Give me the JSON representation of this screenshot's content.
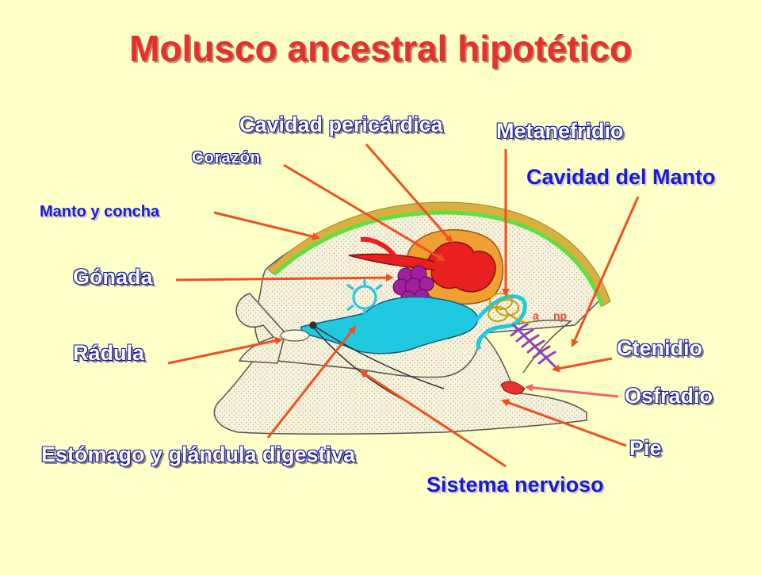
{
  "title": "Molusco ancestral hipotético",
  "labels": {
    "cavidad_pericardica": "Cavidad pericárdica",
    "metanefridio": "Metanefridio",
    "corazon": "Corazón",
    "cavidad_manto": "Cavidad del Manto",
    "manto_concha": "Manto y concha",
    "gonada": "Gónada",
    "radula": "Rádula",
    "ctenidio": "Ctenidio",
    "osfradio": "Osfradio",
    "pie": "Pie",
    "estomago": "Estómago y glándula digestiva",
    "sistema_nervioso": "Sistema nervioso",
    "a": "a",
    "np": "np"
  },
  "colors": {
    "background": "#ffffc8",
    "title": "#e8302a",
    "label_blue": "#1a1ad6",
    "arrow": "#f05020",
    "shell": "#d8b040",
    "mantle": "#60e040",
    "body": "#f4f0d8",
    "heart": "#e82020",
    "pericardium": "#f0a030",
    "gonad": "#a020a0",
    "digestive": "#20c8e0",
    "ctenidium": "#9040c0",
    "osphradium": "#e83030"
  }
}
